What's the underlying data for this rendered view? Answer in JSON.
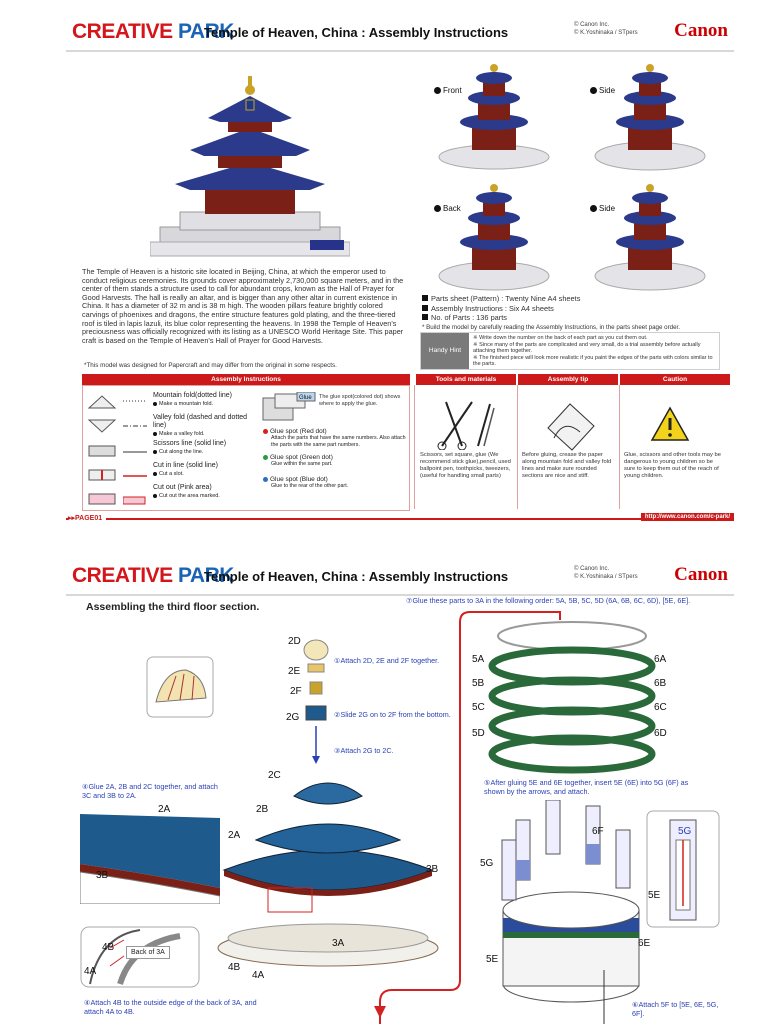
{
  "page1": {
    "logo": {
      "creative": "CREATIVE",
      "park": "PARK"
    },
    "title": "Temple of Heaven, China : Assembly Instructions",
    "copyright": [
      "© Canon Inc.",
      "© K.Yoshinaka / STpers"
    ],
    "brand": "Canon",
    "views": [
      "Front",
      "Side",
      "Back",
      "Side"
    ],
    "description": "The Temple of Heaven is a historic site located in Beijing, China, at which the emperor used to conduct religious ceremonies. Its grounds cover approximately 2,730,000 square meters, and in the center of them stands a structure used to call for abundant crops, known as the Hall of Prayer for Good Harvests. The hall is really an altar, and is bigger than any other altar in current existence in China. It has a diameter of 32 m and is 38 m high. The wooden pillars feature brightly colored carvings of phoenixes and dragons, the entire structure features gold plating, and the three-tiered roof is tiled in lapis lazuli, its blue color representing the heavens. In 1998 the Temple of Heaven's preciousness was officially recognized with its listing as a UNESCO World Heritage Site. This paper craft is based on the Temple of Heaven's Hall of Prayer for Good Harvests.",
    "note": "*This model was designed for Papercraft and may differ from the original in some respects.",
    "info": [
      "Parts sheet  (Pattern) : Twenty Nine A4 sheets",
      "Assembly Instructions : Six A4 sheets",
      "No. of Parts : 136 parts"
    ],
    "build_note": "* Build the model by carefully reading the Assembly Instructions, in the parts sheet page order.",
    "hint_label": "Handy Hint",
    "hints": [
      "※ Write down the number on the back of each part as you cut them out.",
      "※ Since many of the parts are complicated and very small, do a trial assembly before actually attaching them together.",
      "※ The finished piece will look more realistic if you paint the edges of the parts with colors similar to the parts."
    ],
    "section_assembly": "Assembly Instructions",
    "symbols": [
      {
        "name": "Mountain fold(dotted line)",
        "desc": "Make a mountain fold."
      },
      {
        "name": "Valley fold (dashed and dotted line)",
        "desc": "Make a valley fold."
      },
      {
        "name": "Scissors line (solid line)",
        "desc": "Cut along the line."
      },
      {
        "name": "Cut in line (solid line)",
        "desc": "Cut a slot."
      },
      {
        "name": "Cut out (Pink area)",
        "desc": "Cut out the area marked."
      }
    ],
    "glue_spot_desc": "The glue spot(colored dot) shows where to apply the glue.",
    "glue_tag": "Glue",
    "glue": [
      {
        "name": "Glue spot (Red dot)",
        "desc": "Attach the parts that have the same numbers. Also attach the parts with the same part numbers.",
        "color": "#d42020"
      },
      {
        "name": "Glue spot (Green dot)",
        "desc": "Glue within the same part.",
        "color": "#2e9a3e"
      },
      {
        "name": "Glue spot (Blue dot)",
        "desc": "Glue to the rear of the other part.",
        "color": "#2a6fc0"
      }
    ],
    "sections": [
      "Tools and materials",
      "Assembly tip",
      "Caution"
    ],
    "tools_text": "Scissors, set square, glue (We recommend stick glue),pencil, used ballpoint pen, toothpicks, tweezers, (useful for handling small parts)",
    "tip_text": "Before gluing, crease the paper along mountain fold and valley fold lines and make sure rounded sections are nice and stiff.",
    "caution_text": "Glue, scissors and other tools may be dangerous to young children so be sure to keep them out of the reach of young children.",
    "page_label": "PAGE01",
    "url": "http://www.canon.com/c-park/"
  },
  "page2": {
    "logo": {
      "creative": "CREATIVE",
      "park": "PARK"
    },
    "title": "Temple of Heaven, China : Assembly Instructions",
    "copyright": [
      "© Canon Inc.",
      "© K.Yoshinaka / STpers"
    ],
    "brand": "Canon",
    "heading": "Assembling the third floor section.",
    "step7": "⑦Glue these parts to 3A in the following order: 5A, 5B, 5C, 5D (6A, 6B, 6C, 6D), [5E, 6E].",
    "step1": "①Attach 2D, 2E and 2F together.",
    "step2": "②Slide 2G on to 2F from the bottom.",
    "step3": "③Attach 2G to 2C.",
    "step4": "④Glue 2A, 2B and 2C together, and attach 3C and 3B to 2A.",
    "step5": "⑤After gluing 5E and 6E together, insert 5E (6E) into 5G (6F) as shown by the arrows, and attach.",
    "step4b": "④Attach 4B to the outside edge of the back of 3A, and attach 4A to 4B.",
    "step6": "⑥Attach 5F to [5E, 6E, 5G, 6F].",
    "back_label": "Back of 3A",
    "parts_top": [
      "2D",
      "2E",
      "2F",
      "2G",
      "2C",
      "2B",
      "2A",
      "3C",
      "3B",
      "3A",
      "4B",
      "4A"
    ],
    "inset_parts": [
      "2A",
      "3B",
      "4B",
      "4A"
    ],
    "ring_left": [
      "5A",
      "5B",
      "5C",
      "5D"
    ],
    "ring_right": [
      "6A",
      "6B",
      "6C",
      "6D"
    ],
    "cyl_parts": [
      "6F",
      "5G",
      "5E",
      "6E"
    ],
    "inset2_parts": [
      "5G",
      "5E"
    ]
  }
}
